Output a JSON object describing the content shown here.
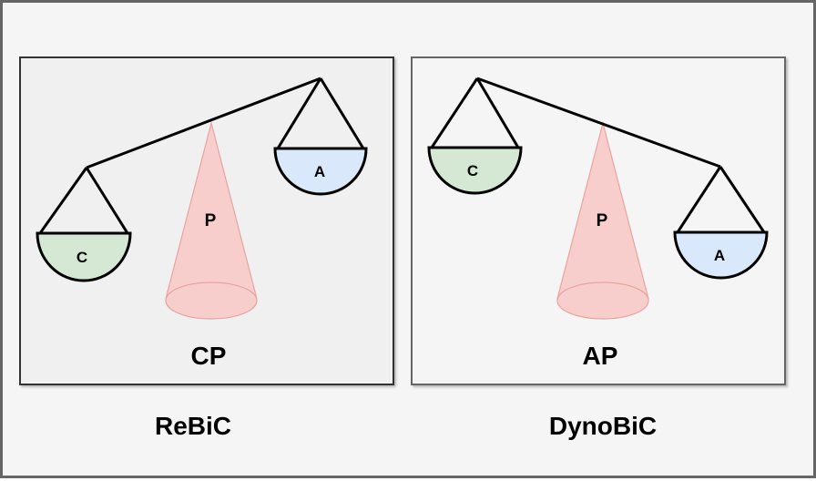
{
  "panels": [
    {
      "model": "ReBiC",
      "title": "CP",
      "pivot_label": "P",
      "left_pan_label": "C",
      "right_pan_label": "A",
      "heavier_side": "left",
      "background": "#f0f0f0"
    },
    {
      "model": "DynoBiC",
      "title": "AP",
      "pivot_label": "P",
      "left_pan_label": "C",
      "right_pan_label": "A",
      "heavier_side": "right",
      "background": "#f5f5f5"
    }
  ],
  "colors": {
    "outer_background": "#f5f5f5",
    "border": "#666666",
    "pivot_fill": "#f8cecc",
    "pivot_stroke": "#e8a3a0",
    "c_pan_fill": "#d5e8d4",
    "a_pan_fill": "#dae8fc",
    "line": "#000000"
  }
}
